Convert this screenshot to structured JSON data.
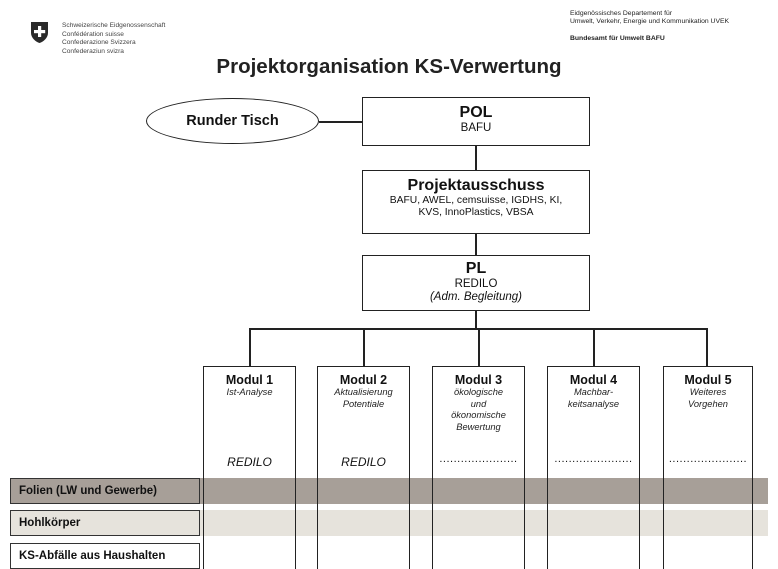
{
  "header": {
    "federal_lines": [
      "Schweizerische Eidgenossenschaft",
      "Confédération suisse",
      "Confederazione Svizzera",
      "Confederaziun svizra"
    ],
    "department_lines": [
      "Eidgenössisches Departement für",
      "Umwelt, Verkehr, Energie und Kommunikation UVEK"
    ],
    "office": "Bundesamt für Umwelt BAFU",
    "title": "Projektorganisation KS-Verwertung"
  },
  "colors": {
    "band_folien": "#a79f98",
    "band_hohlkoerper": "#e6e3dc",
    "crest_red": "#222222"
  },
  "nodes": {
    "runder_tisch": "Runder Tisch",
    "pol": {
      "title": "POL",
      "line1": "BAFU"
    },
    "projektausschuss": {
      "title": "Projektausschuss",
      "line1": "BAFU, AWEL, cemsuisse, IGDHS, KI,",
      "line2": "KVS, InnoPlastics, VBSA"
    },
    "pl": {
      "title": "PL",
      "line1": "REDILO",
      "line2": "(Adm. Begleitung)"
    }
  },
  "modules": [
    {
      "title": "Modul 1",
      "desc": [
        "Ist-Analyse"
      ],
      "owner": "REDILO"
    },
    {
      "title": "Modul 2",
      "desc": [
        "Aktualisierung",
        "Potentiale"
      ],
      "owner": "REDILO"
    },
    {
      "title": "Modul 3",
      "desc": [
        "ökologische",
        "und",
        "ökonomische",
        "Bewertung"
      ],
      "owner": "......................"
    },
    {
      "title": "Modul 4",
      "desc": [
        "Machbar-",
        "keitsanalyse"
      ],
      "owner": "......................"
    },
    {
      "title": "Modul 5",
      "desc": [
        "Weiteres",
        "Vorgehen"
      ],
      "owner": "......................"
    }
  ],
  "bands": [
    {
      "label": "Folien (LW und Gewerbe)"
    },
    {
      "label": "Hohlkörper"
    },
    {
      "label": "KS-Abfälle aus Haushalten"
    }
  ]
}
